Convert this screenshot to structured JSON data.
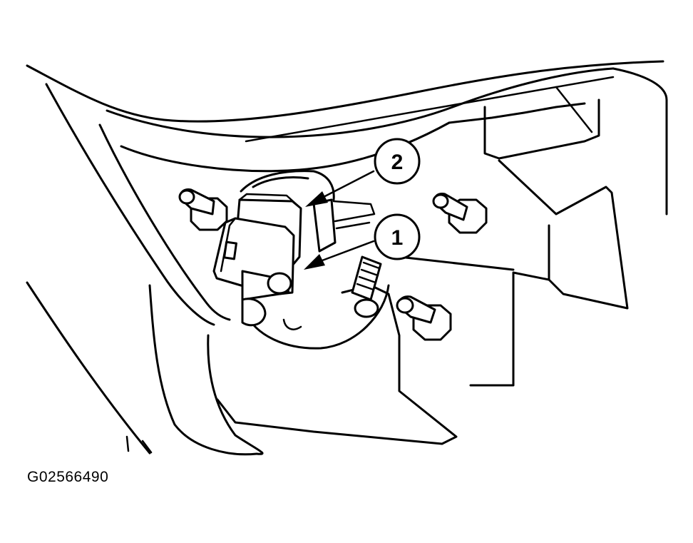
{
  "figure": {
    "callouts": [
      {
        "number": "1",
        "target": "sensor-connector-lower"
      },
      {
        "number": "2",
        "target": "sensor-connector-upper"
      }
    ],
    "figure_id": "G02566490"
  },
  "colors": {
    "ink": "#000000",
    "paper": "#ffffff"
  }
}
